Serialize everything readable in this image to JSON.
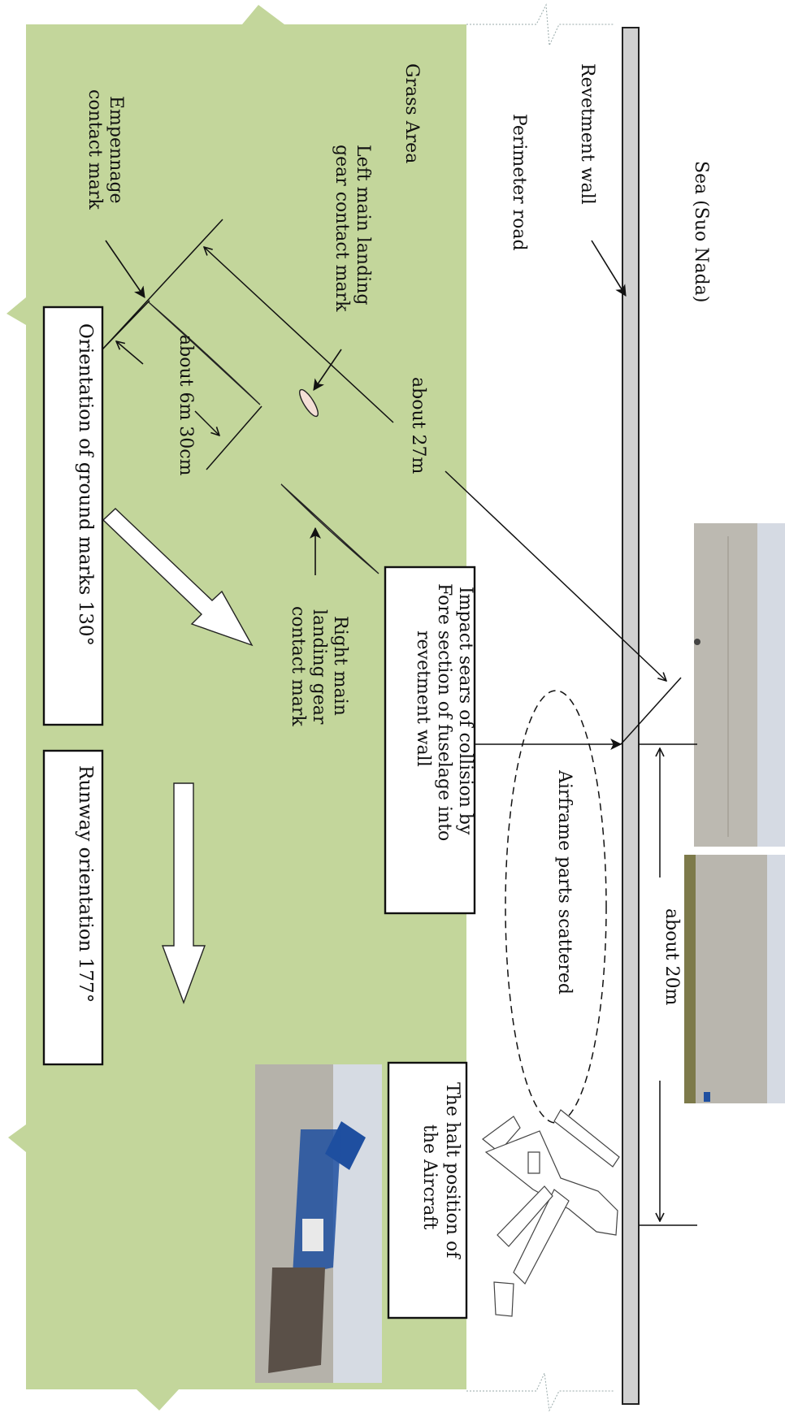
{
  "labels": {
    "sea": "Sea (Suo Nada)",
    "revetment_wall": "Revetment wall",
    "perimeter_road": "Perimeter road",
    "grass_area": "Grass Area",
    "left_gear_mark": [
      "Left main landing",
      "gear contact mark"
    ],
    "empennage_mark": [
      "Empennage",
      "contact mark"
    ],
    "about_27m": "about 27m",
    "about_6m30cm": "about 6m 30cm",
    "right_gear_mark": [
      "Right main",
      "landing gear",
      "contact mark"
    ],
    "impact_scars": [
      "Impact sears of collision by",
      "Fore section of fuselage into",
      "revetment wall"
    ],
    "airframe_parts": "Airframe parts scattered",
    "about_20m": "about 20m",
    "halt_position": [
      "The halt position of",
      "the Aircraft"
    ],
    "ground_marks_orientation": "Orientation of ground marks 130°",
    "runway_orientation": "Runway orientation 177°"
  },
  "colors": {
    "grass": "#c3d69b",
    "wall": "#d0d0d0",
    "concrete": "#b9b6ae",
    "sky": "#d6dbe3",
    "wreck_blue": "#1f4fa0"
  }
}
